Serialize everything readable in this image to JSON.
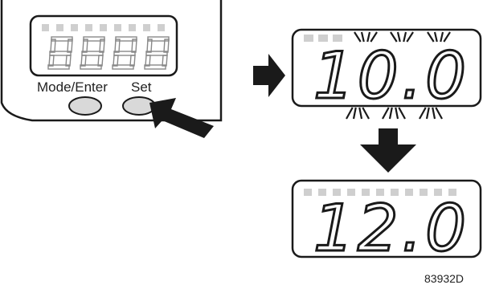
{
  "device": {
    "mode_enter_label": "Mode/Enter",
    "set_label": "Set",
    "display_placeholder": "8888"
  },
  "displays": {
    "before_value": "10.0",
    "before_state": "blinking",
    "after_value": "12.0",
    "after_state": "steady"
  },
  "figure_code": "83932D",
  "colors": {
    "ink": "#1a1a1a",
    "segment_dim": "#cfcfcf",
    "button_fill": "#d9d9d9"
  }
}
